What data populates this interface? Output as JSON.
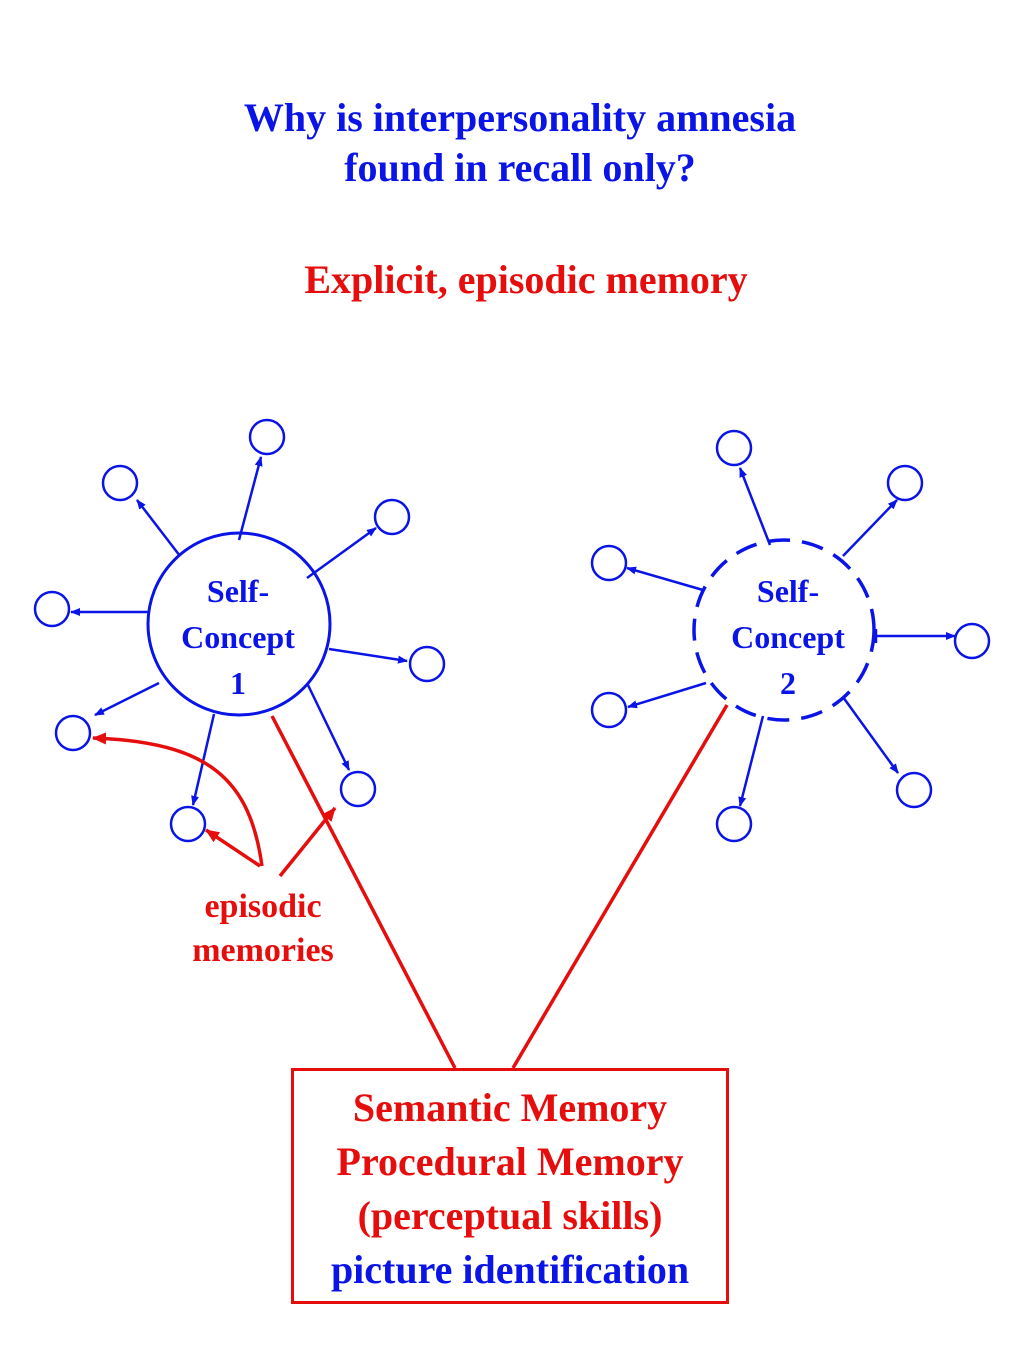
{
  "title": {
    "line1": "Why is interpersonality amnesia",
    "line2": "found in recall only?"
  },
  "subtitle": "Explicit, episodic memory",
  "self_concept_1": {
    "lines": [
      "Self-",
      "Concept",
      "1"
    ]
  },
  "self_concept_2": {
    "lines": [
      "Self-",
      "Concept",
      "2"
    ]
  },
  "episodic_label": {
    "line1": "episodic",
    "line2": "memories"
  },
  "memory_box": {
    "line1": "Semantic Memory",
    "line2": "Procedural Memory",
    "line3": "(perceptual skills)",
    "line4": "picture identification"
  },
  "colors": {
    "blue": "#0a14e6",
    "red": "#e60d0d"
  }
}
